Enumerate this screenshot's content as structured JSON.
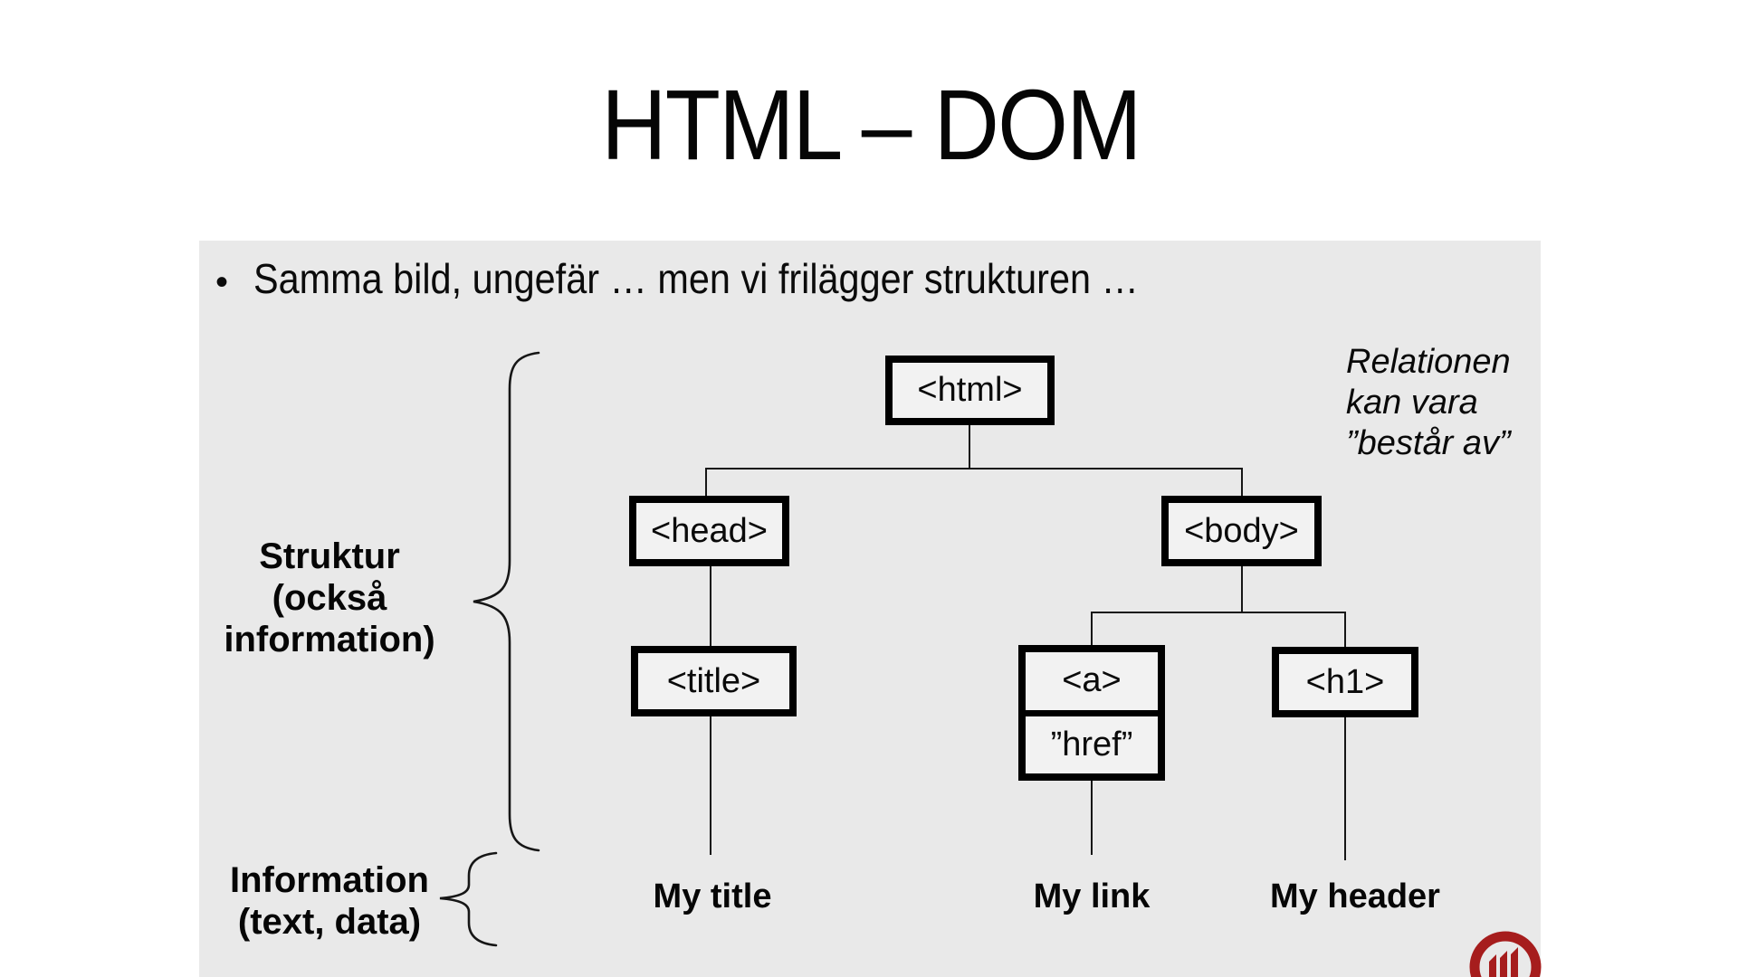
{
  "slide": {
    "title": "HTML – DOM",
    "bullet_glyph": "•",
    "bullet": "Samma bild, ungefär … men vi frilägger strukturen …",
    "annotation": {
      "lines": [
        "Relationen",
        "kan vara",
        "”består av”"
      ]
    },
    "labels": {
      "structure": {
        "lines": [
          "Struktur",
          "(också",
          "information)"
        ]
      },
      "information": {
        "lines": [
          "Information",
          "(text, data)"
        ]
      }
    },
    "tree": {
      "nodes": {
        "html": "<html>",
        "head": "<head>",
        "body": "<body>",
        "title": "<title>",
        "a": "<a>",
        "href": "”href”",
        "h1": "<h1>"
      },
      "leaves": {
        "title": "My title",
        "link": "My link",
        "header": "My header"
      }
    },
    "colors": {
      "panel_gray": "#e9e9e9",
      "ink": "#0b0b0b",
      "box_border": "#000000",
      "logo_red": "#a61d1d"
    }
  }
}
